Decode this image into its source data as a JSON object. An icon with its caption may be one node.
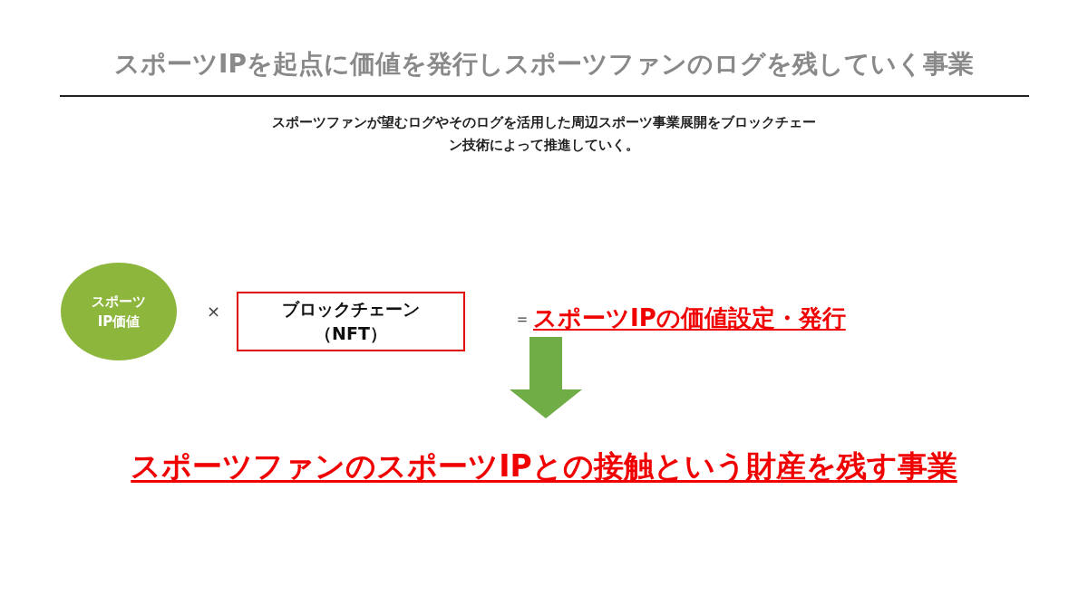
{
  "diagram": {
    "title": "スポーツIPを起点に価値を発行しスポーツファンのログを残していく事業",
    "nodes": [
      {
        "text": [
          "スポーツIP価値"
        ]
      },
      {
        "text": [
          "ブロックチェーン（NFT）"
        ]
      },
      {
        "text": [
          "スポーツIPの価値設定・発行"
        ]
      },
      {
        "text": [
          "スポーツファンのスポーツIPとの接触という財産を残す事業"
        ]
      }
    ],
    "edges": [
      {
        "from": 2,
        "to": 3,
        "arrow": "to",
        "color": "#70ad47"
      }
    ],
    "labels": [
      "スポーツファンが望むログやそのログを活用した周辺スポーツ事業展開をブロックチェーン技術によって推進していく。",
      "×",
      "＝"
    ]
  }
}
